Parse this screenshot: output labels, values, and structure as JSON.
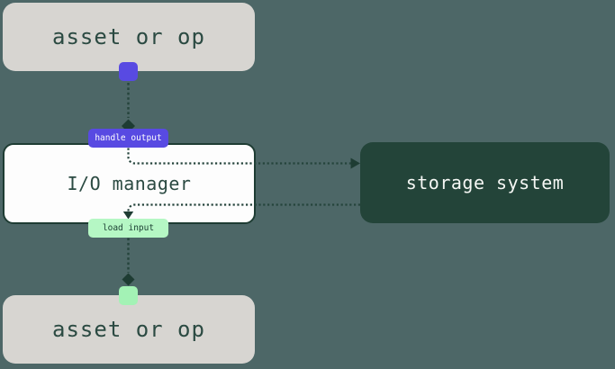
{
  "diagram": {
    "title": "io-manager-flow",
    "background_color": "#4d6767",
    "nodes": {
      "asset_top": {
        "label": "asset or op",
        "bg": "#d7d5d1",
        "text_color": "#2b4a42"
      },
      "io_manager": {
        "label": "I/O manager",
        "bg": "#fdfdfd",
        "border_color": "#1e3c33",
        "text_color": "#2b4a42"
      },
      "storage": {
        "label": "storage system",
        "bg": "#234439",
        "text_color": "#f5f7f4"
      },
      "asset_bottom": {
        "label": "asset or op",
        "bg": "#d7d5d1",
        "text_color": "#2b4a42"
      }
    },
    "badges": {
      "handle_output": {
        "label": "handle output",
        "bg": "#584ae2",
        "text_color": "#ffffff"
      },
      "load_input": {
        "label": "load input",
        "bg": "#b5f7c4",
        "text_color": "#1d4034"
      }
    },
    "ports": {
      "output": {
        "name": "output-port",
        "color": "#584ae2"
      },
      "input": {
        "name": "input-port",
        "color": "#a3f2b5"
      }
    },
    "connectors": {
      "style": "dotted",
      "line_color": "#25443c",
      "terminator_color": "#1e3c33",
      "edges": [
        {
          "from": "asset_top",
          "to": "handle_output_badge",
          "end": "diamond"
        },
        {
          "from": "handle_output_badge",
          "to": "storage",
          "end": "arrow-right"
        },
        {
          "from": "storage",
          "to": "load_input_badge",
          "end": "arrow-down"
        },
        {
          "from": "load_input_badge",
          "to": "asset_bottom",
          "end": "diamond"
        }
      ]
    }
  }
}
